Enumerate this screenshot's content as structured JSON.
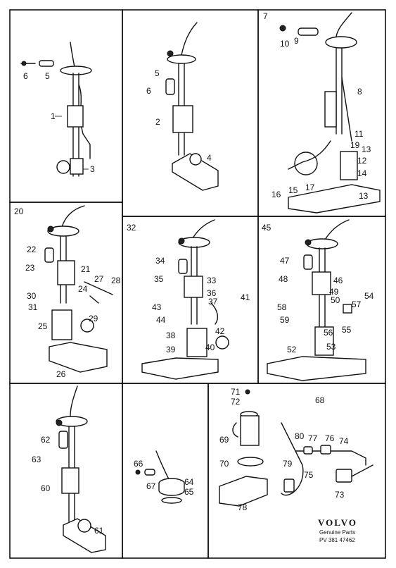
{
  "panels": [
    {
      "id": "p1",
      "labels": [
        "6",
        "5",
        "1",
        "3"
      ]
    },
    {
      "id": "p2",
      "labels": [
        "5",
        "6",
        "2",
        "4"
      ]
    },
    {
      "id": "p3",
      "header": "7",
      "labels": [
        "10",
        "9",
        "8",
        "11",
        "19",
        "13",
        "12",
        "14",
        "16",
        "15",
        "17",
        "13"
      ]
    },
    {
      "id": "p4",
      "header": "20",
      "labels": [
        "22",
        "23",
        "21",
        "27",
        "28",
        "24",
        "30",
        "31",
        "29",
        "25",
        "26"
      ]
    },
    {
      "id": "p5",
      "header": "32",
      "labels": [
        "34",
        "35",
        "33",
        "36",
        "37",
        "41",
        "43",
        "44",
        "42",
        "38",
        "40",
        "39"
      ]
    },
    {
      "id": "p6",
      "header": "45",
      "labels": [
        "47",
        "48",
        "46",
        "49",
        "54",
        "50",
        "57",
        "58",
        "59",
        "56",
        "55",
        "53",
        "52"
      ]
    },
    {
      "id": "p7",
      "labels": [
        "62",
        "63",
        "60",
        "61"
      ]
    },
    {
      "id": "p8",
      "labels": [
        "66",
        "67",
        "64",
        "65"
      ]
    },
    {
      "id": "p9",
      "header": "68",
      "labels": [
        "71",
        "72",
        "69",
        "70",
        "80",
        "77",
        "76",
        "74",
        "79",
        "75",
        "73",
        "78"
      ]
    }
  ],
  "brand": {
    "logo": "VOLVO",
    "line1": "Genuine Parts",
    "line2": "PV 381 47462"
  }
}
